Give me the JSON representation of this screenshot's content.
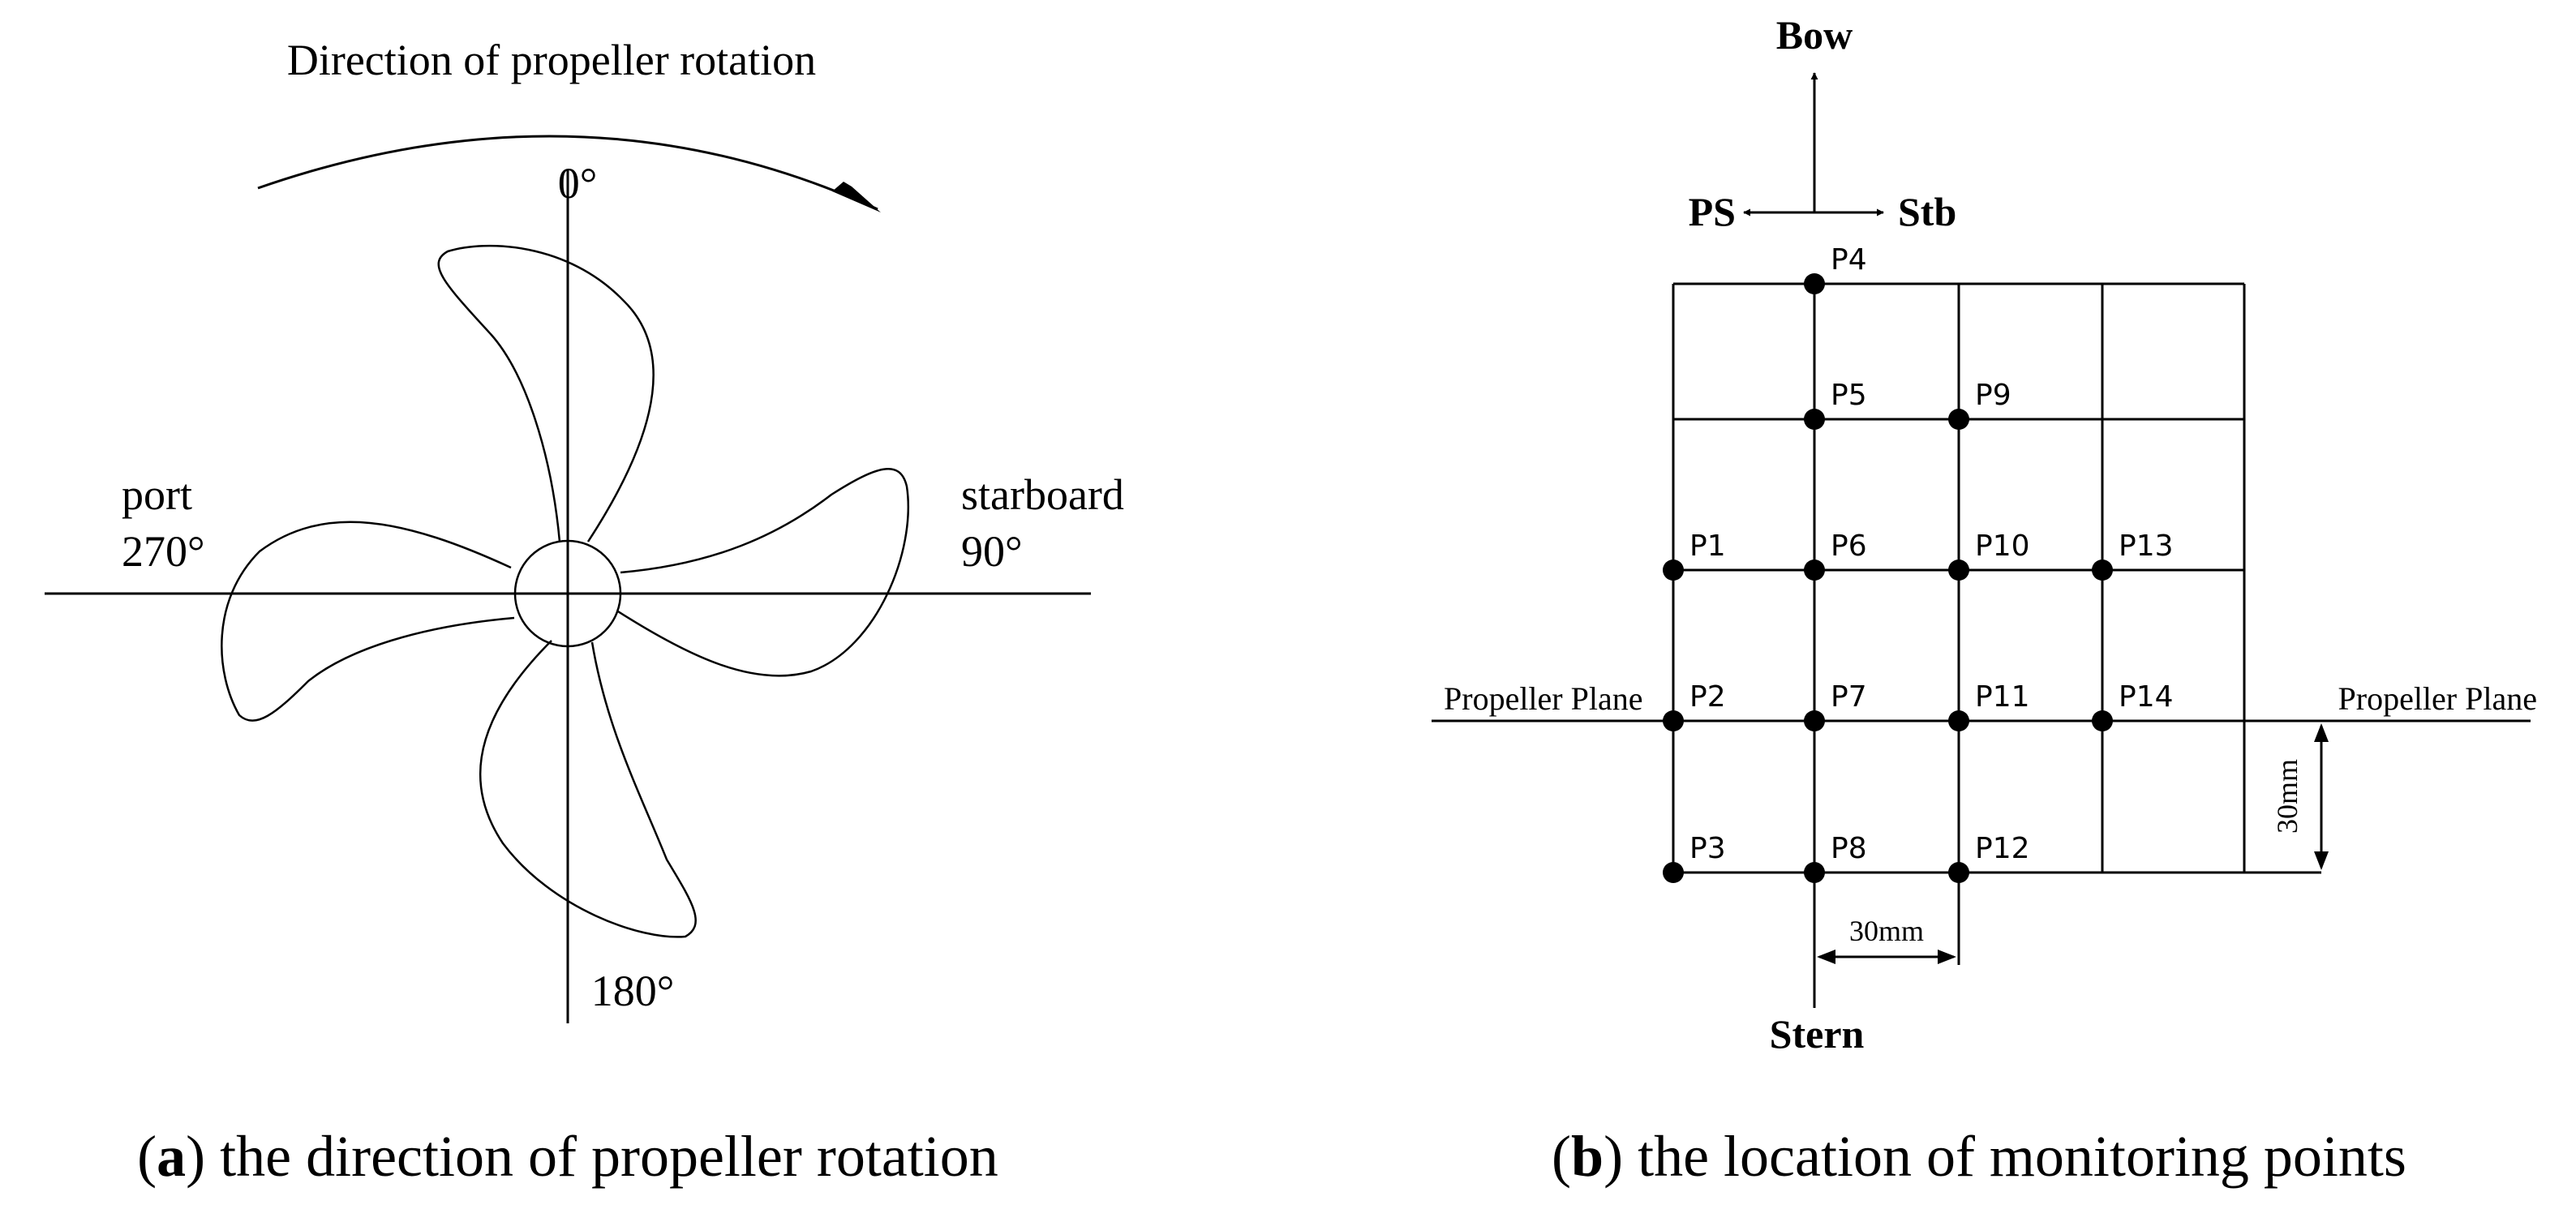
{
  "panel_a": {
    "title": "Direction of propeller rotation",
    "angle_0": "0°",
    "angle_90": "90°",
    "angle_180": "180°",
    "angle_270": "270°",
    "port_label": "port",
    "starboard_label": "starboard",
    "caption_letter": "a",
    "caption_text": " the direction of propeller rotation"
  },
  "panel_b": {
    "bow_label": "Bow",
    "stern_label": "Stern",
    "ps_label": "PS",
    "stb_label": "Stb",
    "plane_label_left": "Propeller Plane",
    "plane_label_right": "Propeller Plane",
    "spacing_horizontal": "30mm",
    "spacing_vertical": "30mm",
    "points": [
      {
        "label": "P1",
        "col": 0,
        "row": 2
      },
      {
        "label": "P2",
        "col": 0,
        "row": 3
      },
      {
        "label": "P3",
        "col": 0,
        "row": 4
      },
      {
        "label": "P4",
        "col": 1,
        "row": 0
      },
      {
        "label": "P5",
        "col": 1,
        "row": 1
      },
      {
        "label": "P6",
        "col": 1,
        "row": 2
      },
      {
        "label": "P7",
        "col": 1,
        "row": 3
      },
      {
        "label": "P8",
        "col": 1,
        "row": 4
      },
      {
        "label": "P9",
        "col": 2,
        "row": 1
      },
      {
        "label": "P10",
        "col": 2,
        "row": 2
      },
      {
        "label": "P11",
        "col": 2,
        "row": 3
      },
      {
        "label": "P12",
        "col": 2,
        "row": 4
      },
      {
        "label": "P13",
        "col": 3,
        "row": 2
      },
      {
        "label": "P14",
        "col": 3,
        "row": 3
      }
    ],
    "caption_letter": "b",
    "caption_text": " the location of monitoring points"
  }
}
